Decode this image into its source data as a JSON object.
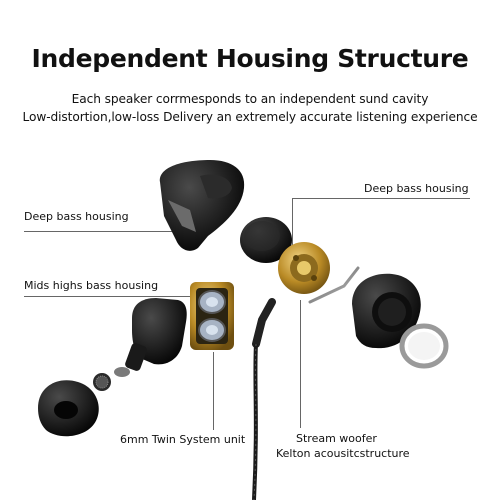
{
  "heading": {
    "title": "Independent Housing Structure",
    "subtitle_1": "Each speaker corrmesponds to an independent sund cavity",
    "subtitle_2": "Low-distortion,low-loss Delivery an extremely accurate listening experience"
  },
  "callouts": {
    "deep_bass_left": "Deep bass housing",
    "deep_bass_right": "Deep bass housing",
    "mids_highs": "Mids highs bass housing",
    "twin_unit": "6mm Twin System unit",
    "woofer_1": "Stream woofer",
    "woofer_2": "Kelton acousitcstructure"
  },
  "colors": {
    "housing": "#141414",
    "gold": "#c9a23a",
    "lens": "#9aa6b8",
    "cable": "#222222"
  }
}
